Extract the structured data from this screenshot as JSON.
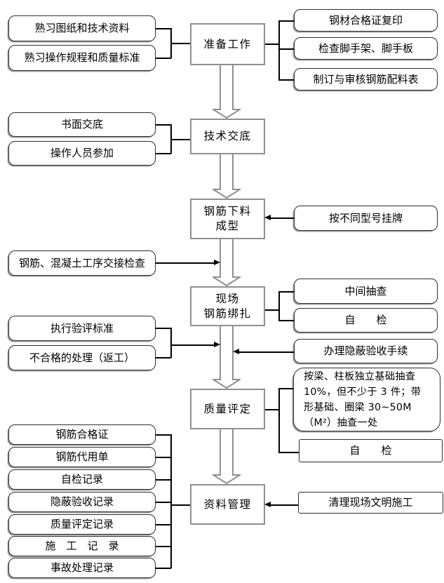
{
  "diagram_type": "construction-rebar-process-flowchart",
  "colors": {
    "box_border": "#2e2e2e",
    "center_box_border": "#8f8f8f",
    "shadow": "#9e9e9e",
    "line": "#000000",
    "background": "#ffffff"
  },
  "center_steps": [
    "准备工作",
    "技术交底",
    "钢筋下料\n成型",
    "现场\n钢筋绑扎",
    "质量评定",
    "资料管理"
  ],
  "left_boxes": [
    "熟习图纸和技术资料",
    "熟习操作规程和质量标准",
    "书面交底",
    "操作人员参加",
    "钢筋、混凝土工序交接检查",
    "执行验评标准",
    "不合格的处理（返工）",
    "钢筋合格证",
    "钢筋代用单",
    "自检记录",
    "隐蔽验收记录",
    "质量评定记录",
    "施　工　记　录",
    "事故处理记录"
  ],
  "right_boxes": [
    "钢材合格证复印",
    "检查脚手架、脚手板",
    "制订与审核钢筋配料表",
    "按不同型号挂牌",
    "中间抽查",
    "自　　检",
    "办理隐蔽验收手续",
    "按梁、柱板独立基础抽查\n10%，但不少于 3 件；带\n形基础、圈梁 30~50M\n（M²）抽查一处",
    "自　　检",
    "清理现场文明施工"
  ]
}
